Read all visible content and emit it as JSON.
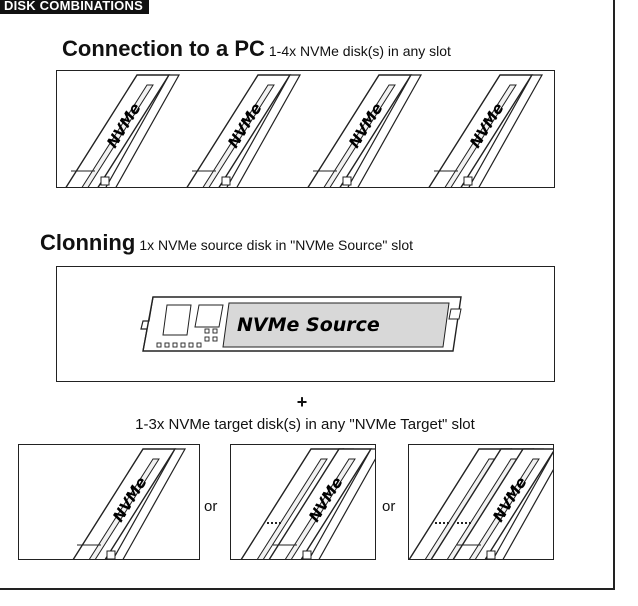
{
  "section_tag": "DISK COMBINATIONS",
  "pc": {
    "title": "Connection to a PC",
    "subtitle": "1-4x NVMe disk(s) in any slot",
    "stick_label": "NVMe"
  },
  "cloning": {
    "title": "Clonning",
    "subtitle": "1x NVMe source disk in \"NVMe Source\" slot",
    "source_label": "NVMe Source"
  },
  "plus": "+",
  "targets": {
    "caption": "1-3x NVMe target disk(s) in any \"NVMe Target\" slot",
    "stick_label": "NVMe",
    "separators": [
      "or",
      "or"
    ]
  }
}
